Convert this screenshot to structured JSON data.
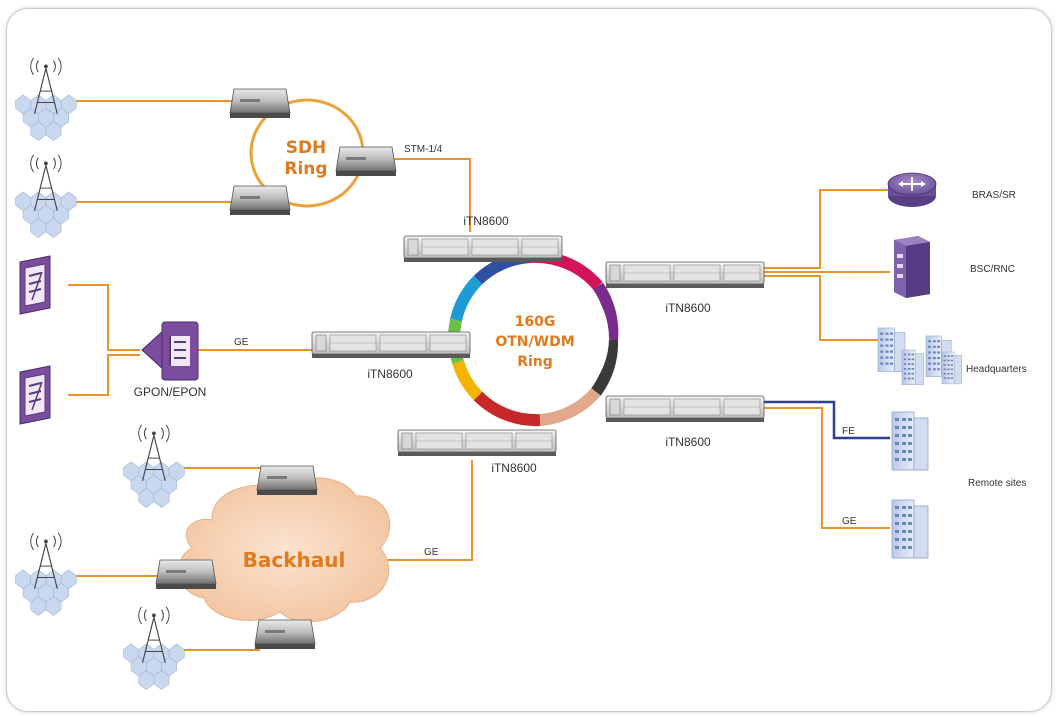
{
  "colors": {
    "link": "#e8942a",
    "fe_link": "#2f3f8f",
    "purple": "#6a3d8a",
    "cloud": "#f3c9a8",
    "text_accent": "#e07a1f"
  },
  "labels": {
    "sdh_ring_line1": "SDH",
    "sdh_ring_line2": "Ring",
    "stm": "STM-1/4",
    "ge_gpon": "GE",
    "ge_backhaul": "GE",
    "ge_remote": "GE",
    "fe": "FE",
    "gpon": "GPON/EPON",
    "backhaul": "Backhaul",
    "otn_line1": "160G",
    "otn_line2": "OTN/WDM",
    "otn_line3": "Ring",
    "itn_top": "iTN8600",
    "itn_left": "iTN8600",
    "itn_bottom": "iTN8600",
    "itn_right_top": "iTN8600",
    "itn_right_bottom": "iTN8600",
    "bras": "BRAS/SR",
    "bsc": "BSC/RNC",
    "hq": "Headquarters",
    "remote": "Remote sites"
  },
  "icons": {
    "tower": "cell-tower-icon",
    "router": "router-icon",
    "bsc": "bsc-rack-icon",
    "buildings": "buildings-icon",
    "onu": "onu-device-icon",
    "olt": "olt-device-icon",
    "transmission": "transmission-device-icon"
  }
}
